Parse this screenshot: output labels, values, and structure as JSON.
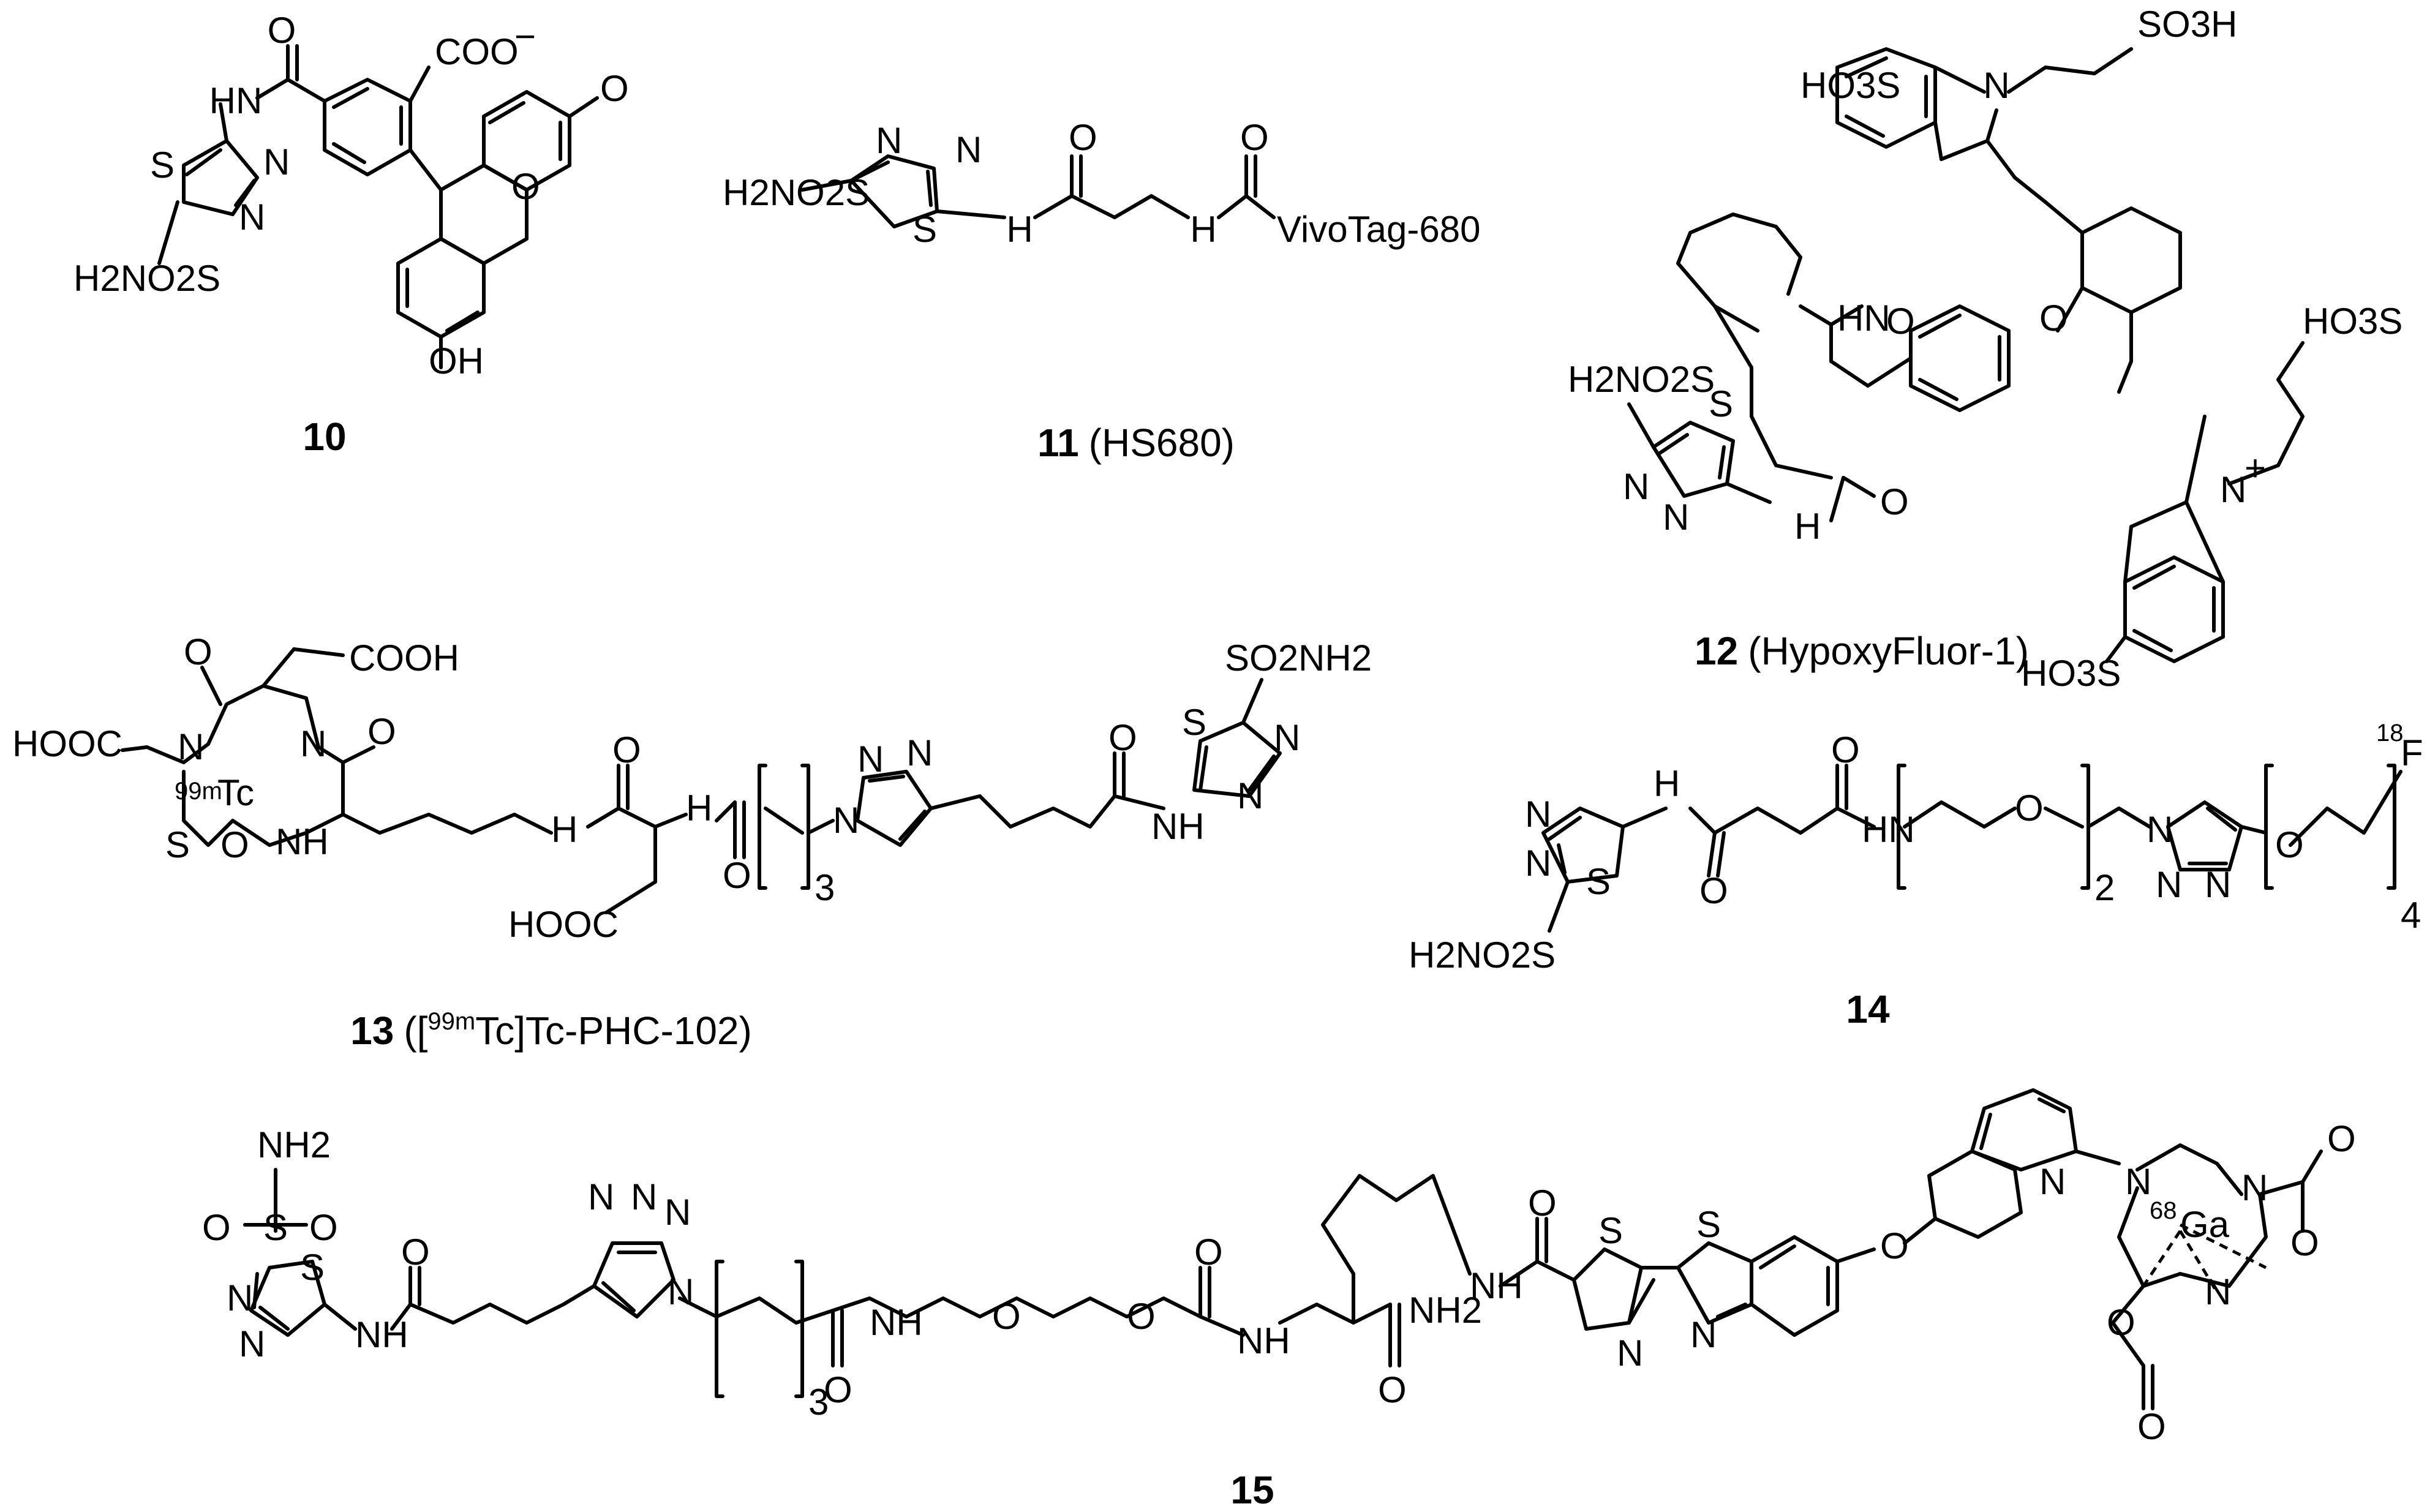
{
  "compounds": [
    {
      "id": "c10",
      "number": "10",
      "name": ""
    },
    {
      "id": "c11",
      "number": "11",
      "name": "(HS680)"
    },
    {
      "id": "c12",
      "number": "12",
      "name": "(HypoxyFluor-1)"
    },
    {
      "id": "c13",
      "number": "13",
      "name": "([99mTc]Tc-PHC-102)",
      "name_prefix": "([",
      "name_sup": "99m",
      "name_suffix": "Tc]Tc-PHC-102)"
    },
    {
      "id": "c14",
      "number": "14",
      "name": ""
    },
    {
      "id": "c15",
      "number": "15",
      "name": ""
    }
  ],
  "labels": {
    "h2no2s": "H2NO2S",
    "so2nh2": "SO2NH2",
    "nh2": "NH2",
    "so3h": "SO3H",
    "ho3s": "HO3S",
    "coo_minus": "COO",
    "cooh": "COOH",
    "hooc": "HOOC",
    "vivotag": "VivoTag-680",
    "tc": "Tc",
    "tc_sup": "99m",
    "ga": "Ga",
    "ga_sup": "68",
    "f": "F",
    "f_sup": "18",
    "oh": "OH",
    "hn": "HN",
    "nh": "NH",
    "n": "N",
    "h": "H",
    "o": "O",
    "s": "S",
    "n_plus": "N",
    "plus": "+",
    "minus": "−",
    "rep3": "3",
    "rep2": "2",
    "rep4": "4"
  }
}
